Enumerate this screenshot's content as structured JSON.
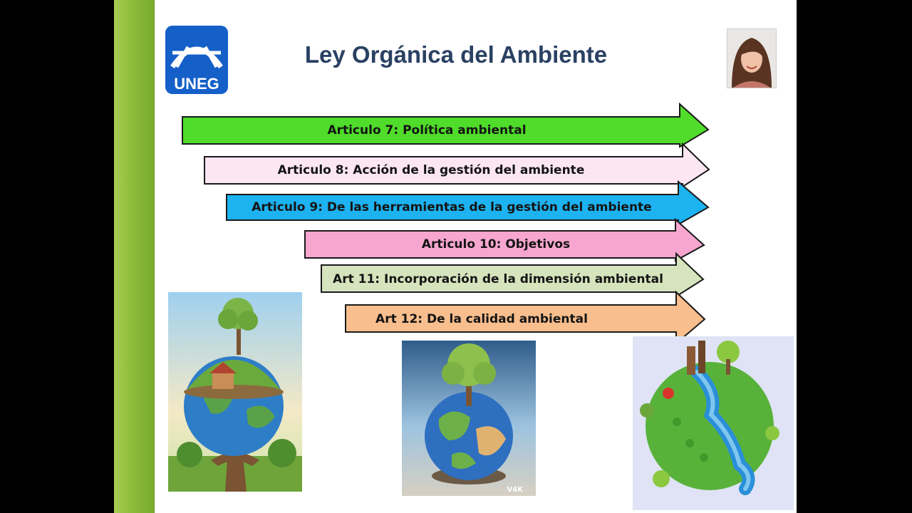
{
  "slide": {
    "title": "Ley Orgánica del Ambiente",
    "logo_text": "UNEG"
  },
  "articles": [
    {
      "label": "Articulo 7: Política ambiental",
      "color": "#4fdc2a"
    },
    {
      "label": "Articulo 8: Acción de la gestión del ambiente",
      "color": "#fce6f2"
    },
    {
      "label": "Articulo 9: De las herramientas de la gestión del ambiente",
      "color": "#1db2f0"
    },
    {
      "label": "Articulo 10: Objetivos",
      "color": "#f7a6cf"
    },
    {
      "label": "Art 11: Incorporación de la dimensión ambiental",
      "color": "#d6e4bd"
    },
    {
      "label": "Art 12: De la calidad ambiental",
      "color": "#f9be8d"
    }
  ],
  "images": {
    "watermark": "V4K"
  },
  "colors": {
    "sidebar": "#8dbc3a",
    "title": "#2a4163",
    "logo_blue": "#1560c8"
  }
}
